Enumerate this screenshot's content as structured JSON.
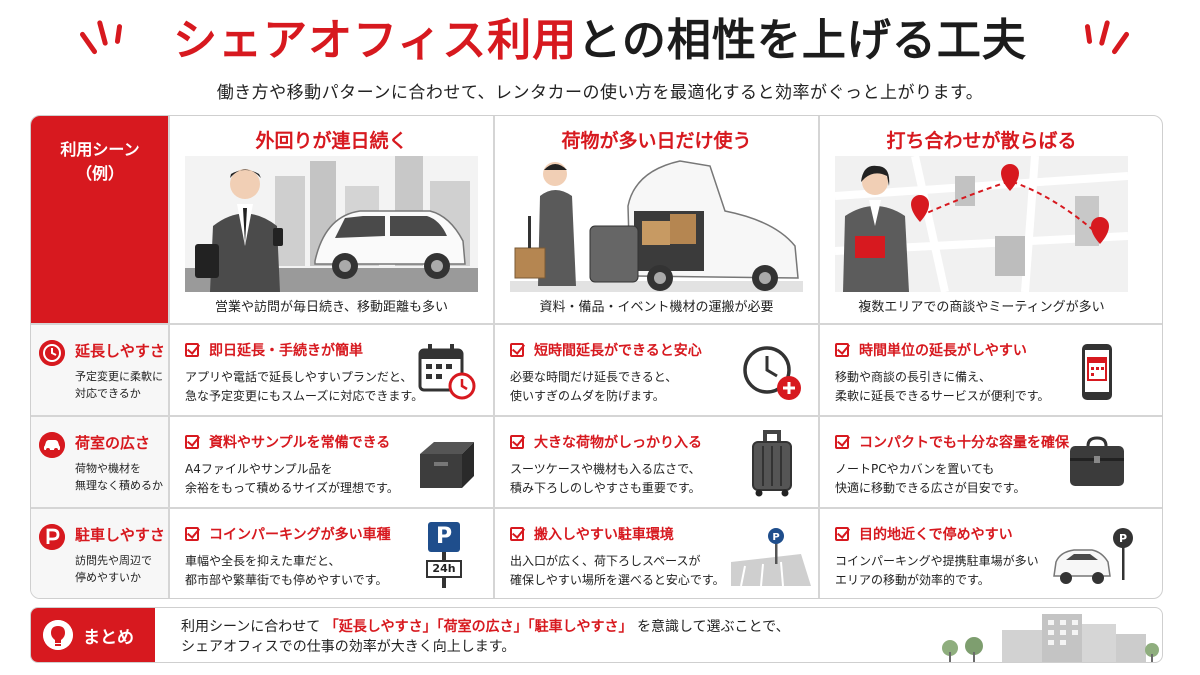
{
  "header": {
    "title_red": "シェアオフィス利用",
    "title_black": "との相性を上げる工夫",
    "subtitle": "働き方や移動パターンに合わせて、レンタカーの使い方を最適化すると効率がぐっと上がります。"
  },
  "colors": {
    "accent": "#d7191f",
    "border": "#cfcfcf",
    "text": "#222222"
  },
  "table": {
    "scene_label_line1": "利用シーン",
    "scene_label_line2": "（例）",
    "scenes": [
      {
        "title": "外回りが連日続く",
        "caption": "営業や訪問が毎日続き、移動距離も多い",
        "image": "businessman-with-hatchback"
      },
      {
        "title": "荷物が多い日だけ使う",
        "caption": "資料・備品・イベント機材の運搬が必要",
        "image": "loading-car-trunk"
      },
      {
        "title": "打ち合わせが散らばる",
        "caption": "複数エリアでの商談やミーティングが多い",
        "image": "woman-with-map-pins"
      }
    ],
    "rows": [
      {
        "icon": "clock-icon",
        "title": "延長しやすさ",
        "desc": [
          "予定変更に柔軟に",
          "対応できるか"
        ],
        "cells": [
          {
            "title": "即日延長・手続きが簡単",
            "desc": [
              "アプリや電話で延長しやすいプランだと、",
              "急な予定変更にもスムーズに対応できます。"
            ],
            "icon": "calendar-clock-icon"
          },
          {
            "title": "短時間延長ができると安心",
            "desc": [
              "必要な時間だけ延長できると、",
              "使いすぎのムダを防げます。"
            ],
            "icon": "clock-plus-icon"
          },
          {
            "title": "時間単位の延長がしやすい",
            "desc": [
              "移動や商談の長引きに備え、",
              "柔軟に延長できるサービスが便利です。"
            ],
            "icon": "smartphone-calendar-icon"
          }
        ]
      },
      {
        "icon": "car-icon",
        "title": "荷室の広さ",
        "desc": [
          "荷物や機材を",
          "無理なく積めるか"
        ],
        "cells": [
          {
            "title": "資料やサンプルを常備できる",
            "desc": [
              "A4ファイルやサンプル品を",
              "余裕をもって積めるサイズが理想です。"
            ],
            "icon": "storage-box-icon"
          },
          {
            "title": "大きな荷物がしっかり入る",
            "desc": [
              "スーツケースや機材も入る広さで、",
              "積み下ろしのしやすさも重要です。"
            ],
            "icon": "suitcase-icon"
          },
          {
            "title": "コンパクトでも十分な容量を確保",
            "desc": [
              "ノートPCやカバンを置いても",
              "快適に移動できる広さが目安です。"
            ],
            "icon": "briefcase-icon"
          }
        ]
      },
      {
        "icon": "parking-icon",
        "title": "駐車しやすさ",
        "desc": [
          "訪問先や周辺で",
          "停めやすいか"
        ],
        "cells": [
          {
            "title": "コインパーキングが多い車種",
            "desc": [
              "車幅や全長を抑えた車だと、",
              "都市部や繁華街でも停めやすいです。"
            ],
            "icon": "parking-24h-sign-icon",
            "sign_text": "24h"
          },
          {
            "title": "搬入しやすい駐車環境",
            "desc": [
              "出入口が広く、荷下ろしスペースが",
              "確保しやすい場所を選べると安心です。"
            ],
            "icon": "parking-lot-icon"
          },
          {
            "title": "目的地近くで停めやすい",
            "desc": [
              "コインパーキングや提携駐車場が多い",
              "エリアの移動が効率的です。"
            ],
            "icon": "car-parking-sign-icon"
          }
        ]
      }
    ]
  },
  "summary": {
    "label": "まとめ",
    "icon": "lightbulb-icon",
    "line1_pre": "利用シーンに合わせて",
    "hl1": "「延長しやすさ」",
    "hl2": "「荷室の広さ」",
    "hl3": "「駐車しやすさ」",
    "line1_post": "を意識して選ぶことで、",
    "line2": "シェアオフィスでの仕事の効率が大きく向上します。"
  }
}
